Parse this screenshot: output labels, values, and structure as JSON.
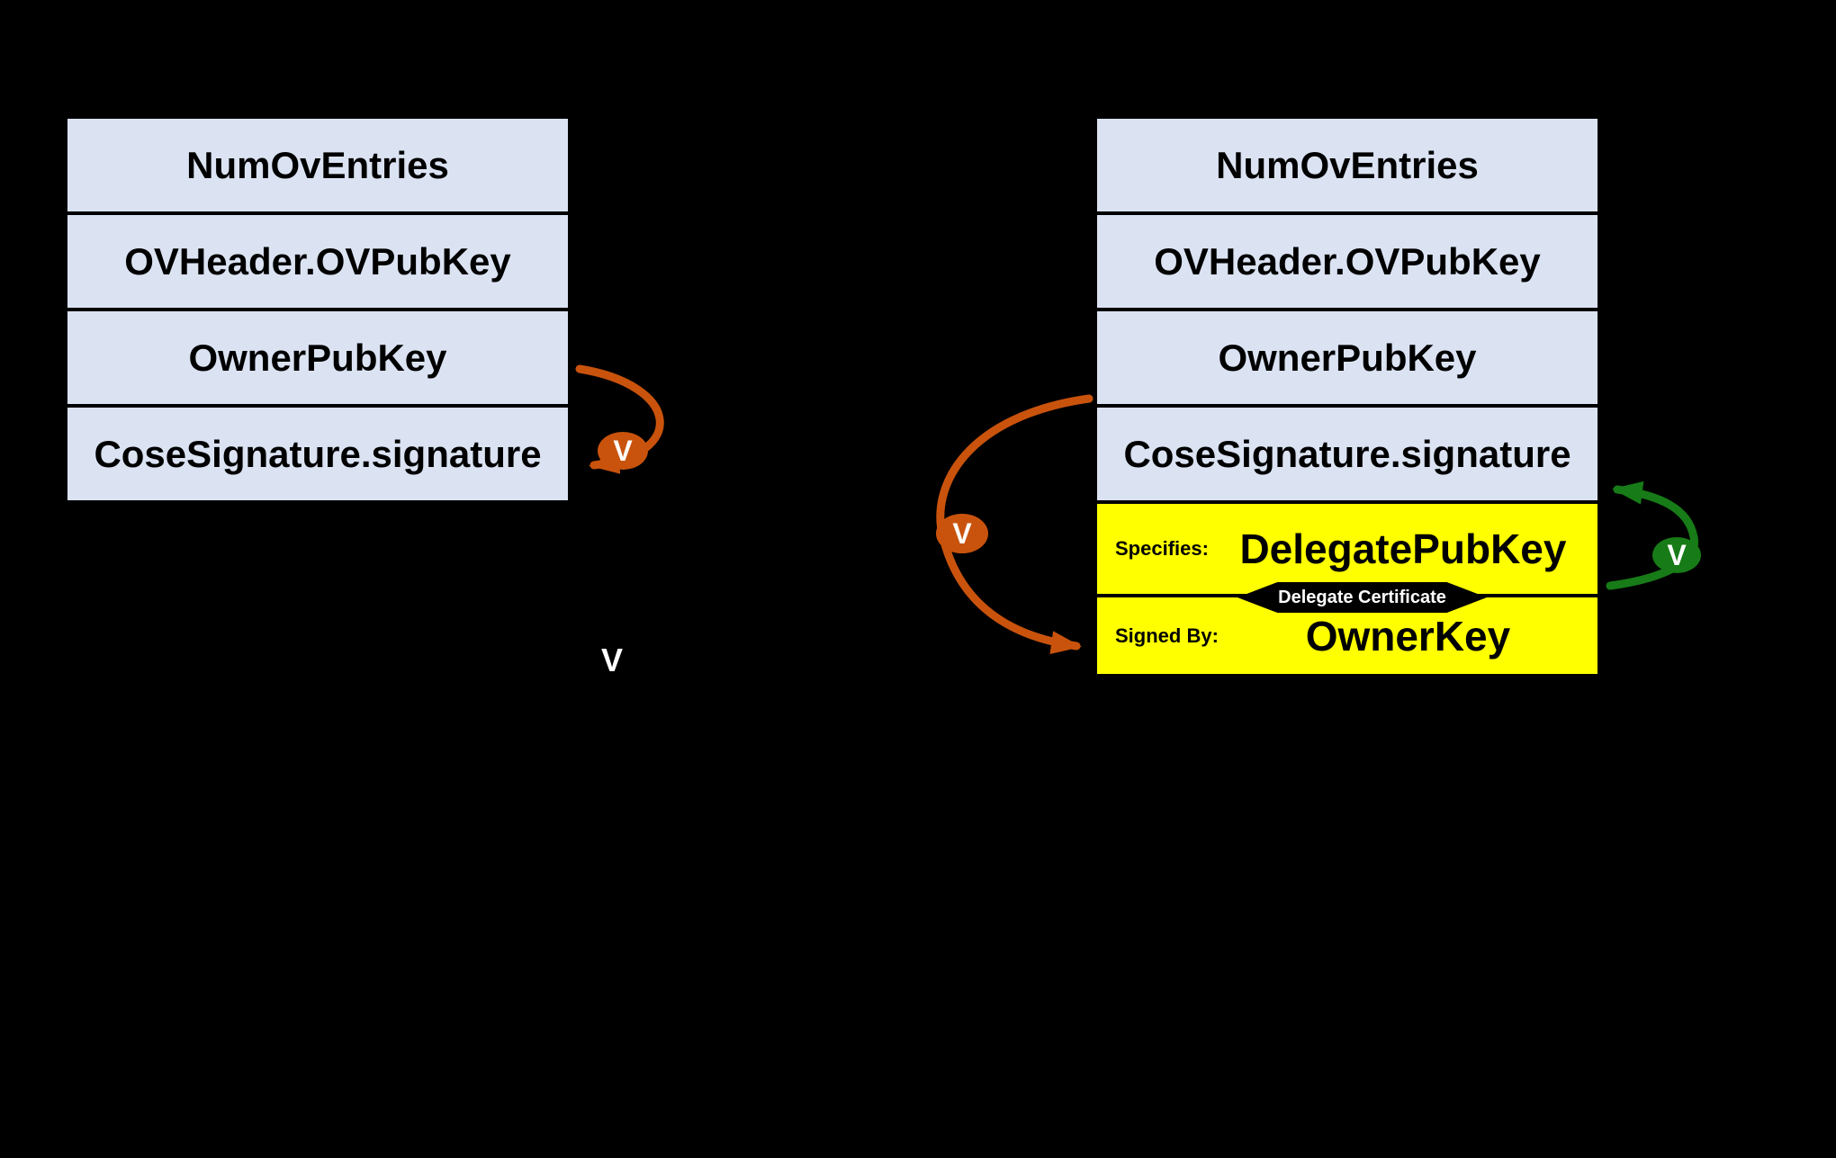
{
  "colors": {
    "background": "#000000",
    "row_fill": "#dbe3f3",
    "row_text": "#000000",
    "yellow_fill": "#ffff00",
    "orange": "#c9530c",
    "green": "#177b17",
    "banner_bg": "#000000",
    "banner_text": "#ffffff",
    "badge_text": "#ffffff"
  },
  "left_table": {
    "rows": [
      "NumOvEntries",
      "OVHeader.OVPubKey",
      "OwnerPubKey",
      "CoseSignature.signature"
    ]
  },
  "right_table": {
    "rows": [
      "NumOvEntries",
      "OVHeader.OVPubKey",
      "OwnerPubKey",
      "CoseSignature.signature"
    ],
    "delegate_rows": [
      {
        "label": "Specifies:",
        "value": "DelegatePubKey"
      },
      {
        "label": "Signed By:",
        "value": "OwnerKey"
      }
    ],
    "banner": "Delegate Certificate"
  },
  "badges": {
    "left_verify": "V",
    "right_verify": "V",
    "green_verify": "V",
    "legend": "V"
  }
}
